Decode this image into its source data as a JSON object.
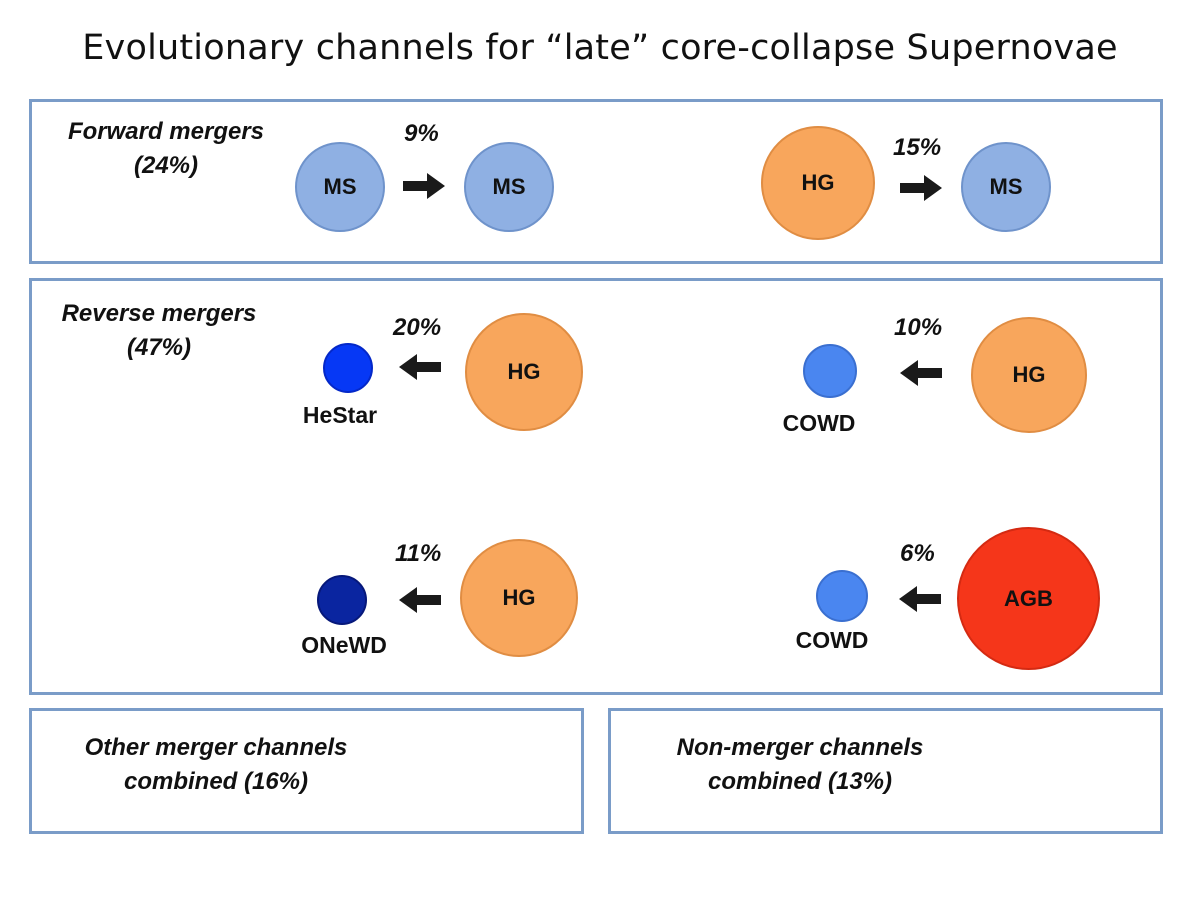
{
  "title": "Evolutionary channels for “late” core-collapse Supernovae",
  "colors": {
    "ms": "#8fb0e3",
    "hg": "#f8a65c",
    "agb": "#f5361a",
    "hestar": "#0638f5",
    "cowd": "#4a86f0",
    "onewd": "#0a25a0",
    "border": "#7a9cc8"
  },
  "forward": {
    "label_line1": "Forward mergers",
    "label_line2": "(24%)",
    "ch1": {
      "pct": "9%",
      "left": "MS",
      "right": "MS"
    },
    "ch2": {
      "pct": "15%",
      "left": "HG",
      "right": "MS"
    }
  },
  "reverse": {
    "label_line1": "Reverse mergers",
    "label_line2": "(47%)",
    "ch1": {
      "pct": "20%",
      "star": "HG",
      "remnant": "HeStar"
    },
    "ch2": {
      "pct": "10%",
      "star": "HG",
      "remnant": "COWD"
    },
    "ch3": {
      "pct": "11%",
      "star": "HG",
      "remnant": "ONeWD"
    },
    "ch4": {
      "pct": "6%",
      "star": "AGB",
      "remnant": "COWD"
    }
  },
  "other": {
    "line1": "Other merger channels",
    "line2": "combined (16%)"
  },
  "nonmerger": {
    "line1": "Non-merger channels",
    "line2": "combined (13%)"
  },
  "icons": {
    "arrow_right": "arrow-right-icon",
    "arrow_left": "arrow-left-icon"
  }
}
